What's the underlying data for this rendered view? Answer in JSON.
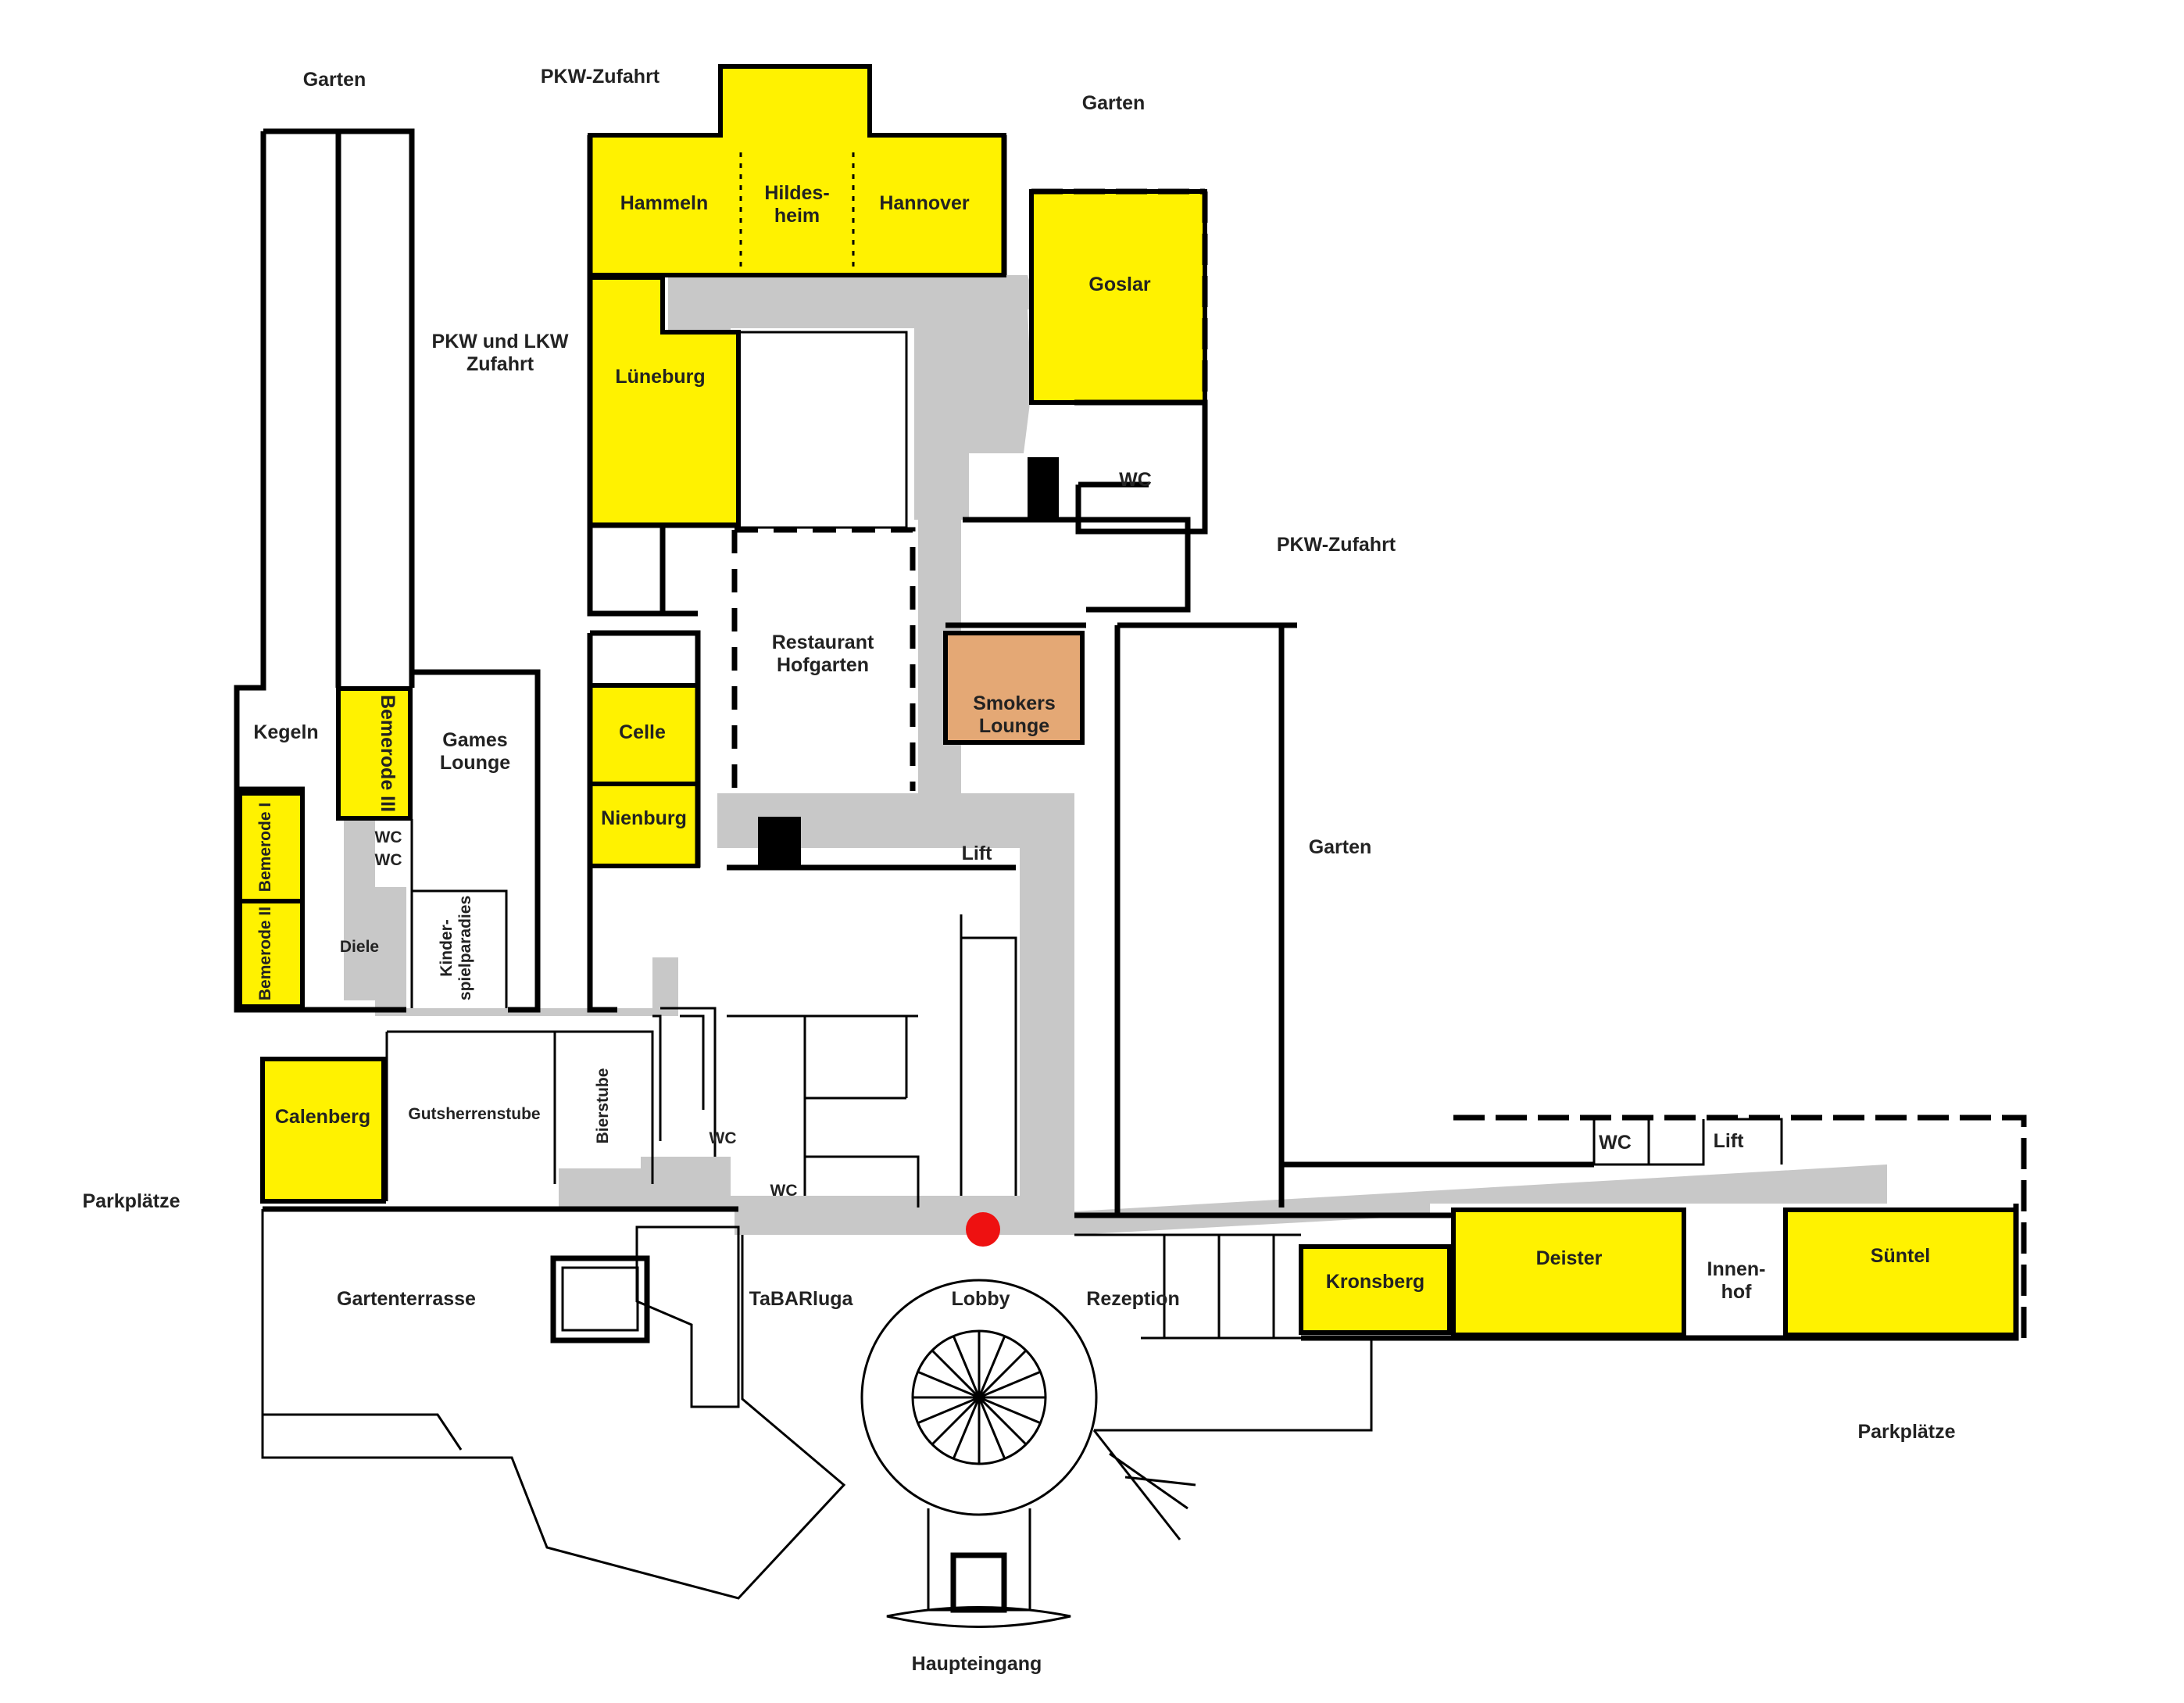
{
  "colors": {
    "meeting_room": "#fff200",
    "smokers_lounge": "#e4a875",
    "corridor": "#c8c8c8",
    "wall": "#000000",
    "location_marker": "#ee1111"
  },
  "outdoor": {
    "garten_top_left": "Garten",
    "pkw_zufahrt_top": "PKW-Zufahrt",
    "garten_top_right": "Garten",
    "pkw_lkw_zufahrt": "PKW und LKW Zufahrt",
    "pkw_zufahrt_right": "PKW-Zufahrt",
    "garten_right": "Garten",
    "parkplaetze_left": "Parkplätze",
    "parkplaetze_right": "Parkplätze",
    "haupteingang": "Haupteingang"
  },
  "meeting_rooms": {
    "hammeln": "Hammeln",
    "hildesheim": "Hildes- heim",
    "hannover": "Hannover",
    "goslar": "Goslar",
    "lueneburg": "Lüneburg",
    "celle": "Celle",
    "nienburg": "Nienburg",
    "bemerode_1": "Bemerode I",
    "bemerode_2": "Bemerode II",
    "bemerode_3": "Bemerode III",
    "calenberg": "Calenberg",
    "kronsberg": "Kronsberg",
    "deister": "Deister",
    "suentel": "Süntel"
  },
  "areas": {
    "smokers_lounge": "Smokers Lounge",
    "restaurant_hofgarten": "Restaurant Hofgarten",
    "kegeln": "Kegeln",
    "games_lounge": "Games Lounge",
    "diele": "Diele",
    "kinderspielparadies": "Kinder- spielparadies",
    "gutsherrenstube": "Gutsherrenstube",
    "bierstube": "Bierstube",
    "gartenterrasse": "Gartenterrasse",
    "tabarluga": "TaBARluga",
    "lobby": "Lobby",
    "rezeption": "Rezeption",
    "innenhof": "Innen- hof"
  },
  "facilities": {
    "wc": "WC",
    "lift": "Lift"
  }
}
